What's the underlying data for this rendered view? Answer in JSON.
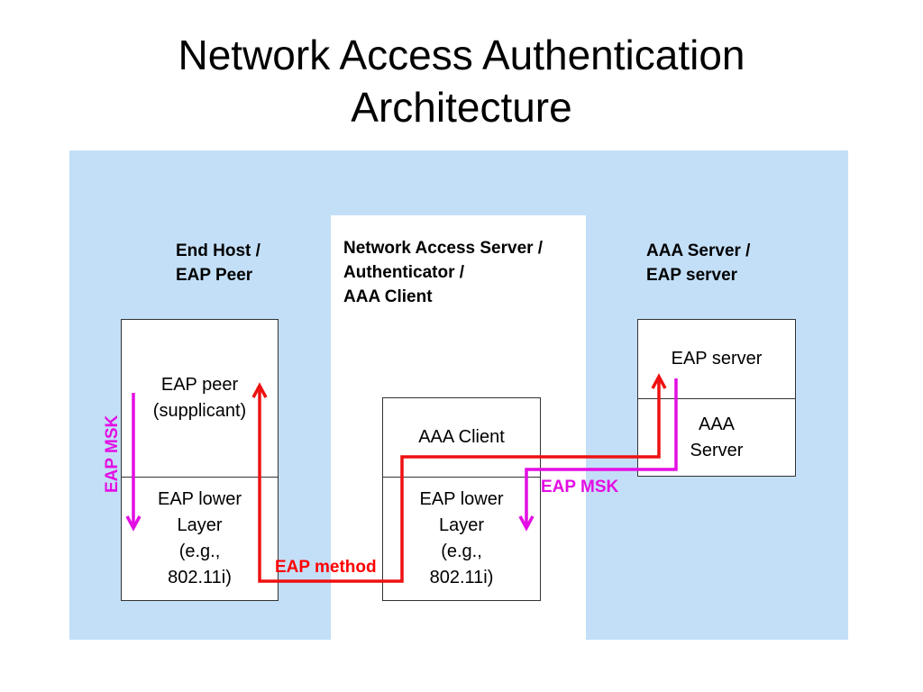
{
  "title": {
    "line1": "Network Access Authentication",
    "line2": "Architecture"
  },
  "colors": {
    "panel": "#c3dff8",
    "eap_method_arrow": "#ee1111",
    "eap_msk_arrow": "#e30ee3"
  },
  "columns": {
    "peer": {
      "heading_line1": "End Host /",
      "heading_line2": "EAP Peer",
      "upper_line1": "EAP peer",
      "upper_line2": "(supplicant)",
      "lower_line1": "EAP lower",
      "lower_line2": "Layer",
      "lower_line3": "(e.g.,",
      "lower_line4": "802.11i)"
    },
    "nas": {
      "heading_line1": "Network Access Server /",
      "heading_line2": "Authenticator /",
      "heading_line3": "AAA Client",
      "upper_line1": "AAA Client",
      "lower_line1": "EAP lower",
      "lower_line2": "Layer",
      "lower_line3": "(e.g.,",
      "lower_line4": "802.11i)"
    },
    "server": {
      "heading_line1": "AAA Server /",
      "heading_line2": "EAP server",
      "upper_line1": "EAP server",
      "lower_line1": "AAA",
      "lower_line2": "Server"
    }
  },
  "labels": {
    "eap_method": "EAP method",
    "eap_msk_left": "EAP MSK",
    "eap_msk_right": "EAP MSK"
  },
  "icons": {
    "eap_method_path": "double-headed-arrow-icon",
    "msk_peer": "down-arrow-icon",
    "msk_server": "down-arrow-icon"
  }
}
